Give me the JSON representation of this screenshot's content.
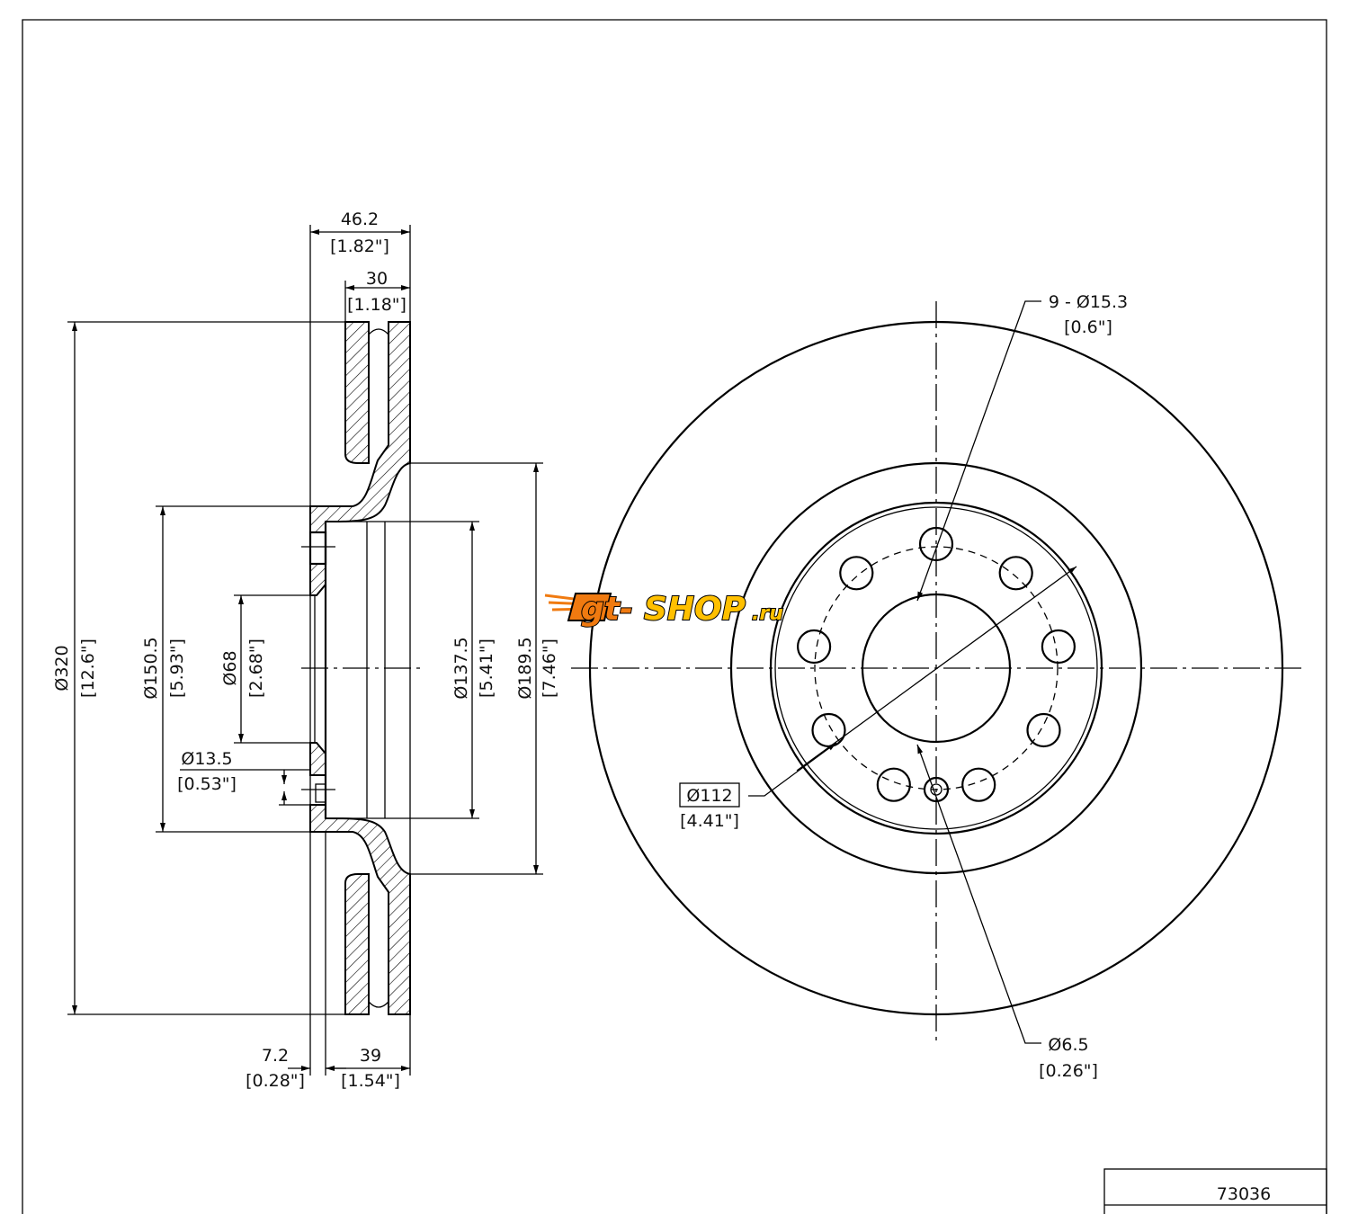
{
  "part_number": "73036",
  "logo": {
    "text": "gt-shop.ru",
    "colors": {
      "orange": "#f07a10",
      "yellow": "#ffc000",
      "outline": "#000000"
    }
  },
  "section_view": {
    "dims": {
      "overall_width": {
        "mm": "46.2",
        "in": "[1.82\"]"
      },
      "friction_width": {
        "mm": "30",
        "in": "[1.18\"]"
      },
      "outer_diameter": {
        "mm": "Ø320",
        "in": "[12.6\"]"
      },
      "hat_diameter": {
        "mm": "Ø150.5",
        "in": "[5.93\"]"
      },
      "center_bore": {
        "mm": "Ø68",
        "in": "[2.68\"]"
      },
      "bolt_hole": {
        "mm": "Ø13.5",
        "in": "[0.53\"]"
      },
      "inner_diameter": {
        "mm": "Ø137.5",
        "in": "[5.41\"]"
      },
      "friction_inner_diameter": {
        "mm": "Ø189.5",
        "in": "[7.46\"]"
      },
      "hat_thickness": {
        "mm": "7.2",
        "in": "[0.28\"]"
      },
      "hat_depth": {
        "mm": "39",
        "in": "[1.54\"]"
      }
    }
  },
  "front_view": {
    "dims": {
      "holes": {
        "mm": "9 - Ø15.3",
        "in": "[0.6\"]"
      },
      "bolt_circle": {
        "mm": "Ø112",
        "in": "[4.41\"]"
      },
      "small_hole": {
        "mm": "Ø6.5",
        "in": "[0.26\"]"
      }
    }
  }
}
